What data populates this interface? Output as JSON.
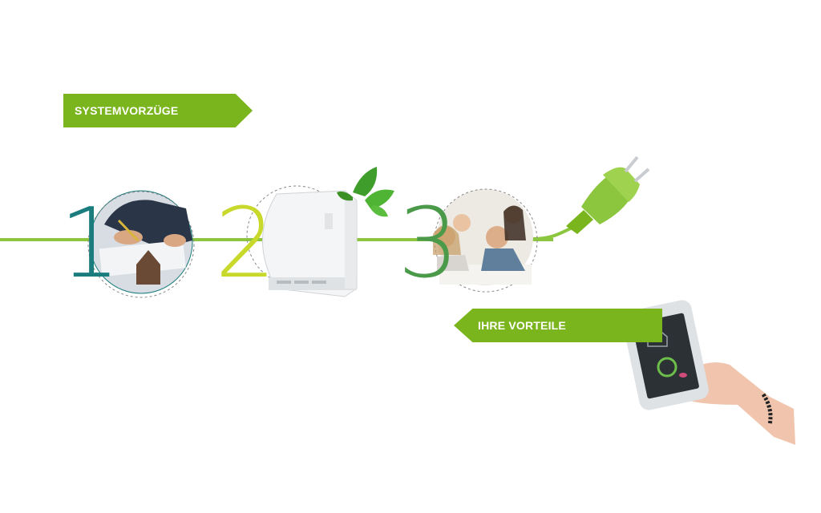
{
  "banners": {
    "system": "SYSTEMVORZÜGE",
    "benefits": "IHRE VORTEILE"
  },
  "steps": [
    {
      "number": "1",
      "color": "#1a7c7c",
      "image": "contract-signing-photo"
    },
    {
      "number": "2",
      "color": "#c8d92b",
      "image": "storage-heater-photo"
    },
    {
      "number": "3",
      "color": "#4a9a4a",
      "image": "family-photo"
    }
  ],
  "colors": {
    "accent_green": "#7ab51d",
    "cable_green": "#8cc63f"
  },
  "icons": [
    "leaf-icon",
    "power-plug-icon",
    "smartphone-app"
  ]
}
